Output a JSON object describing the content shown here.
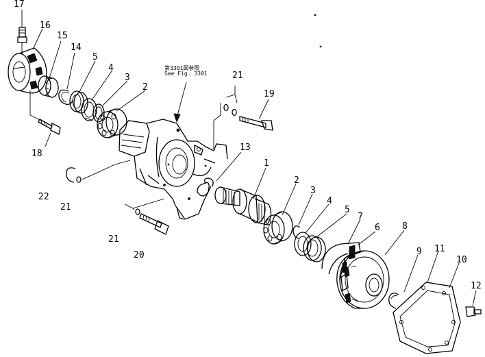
{
  "reference_note": {
    "line1": "第3301図参照",
    "line2": "See Fig. 3301"
  },
  "labels": {
    "p17": "17",
    "p16": "16",
    "p15": "15",
    "p14": "14",
    "p5a": "5",
    "p4a": "4",
    "p3a": "3",
    "p2a": "2",
    "p21a": "21",
    "p19": "19",
    "p18": "18",
    "p13": "13",
    "p1": "1",
    "p22": "22",
    "p21b": "21",
    "p2b": "2",
    "p3b": "3",
    "p4b": "4",
    "p5b": "5",
    "p7": "7",
    "p6": "6",
    "p8": "8",
    "p9": "9",
    "p11": "11",
    "p10": "10",
    "p12": "12",
    "p21c": "21",
    "p20": "20"
  }
}
